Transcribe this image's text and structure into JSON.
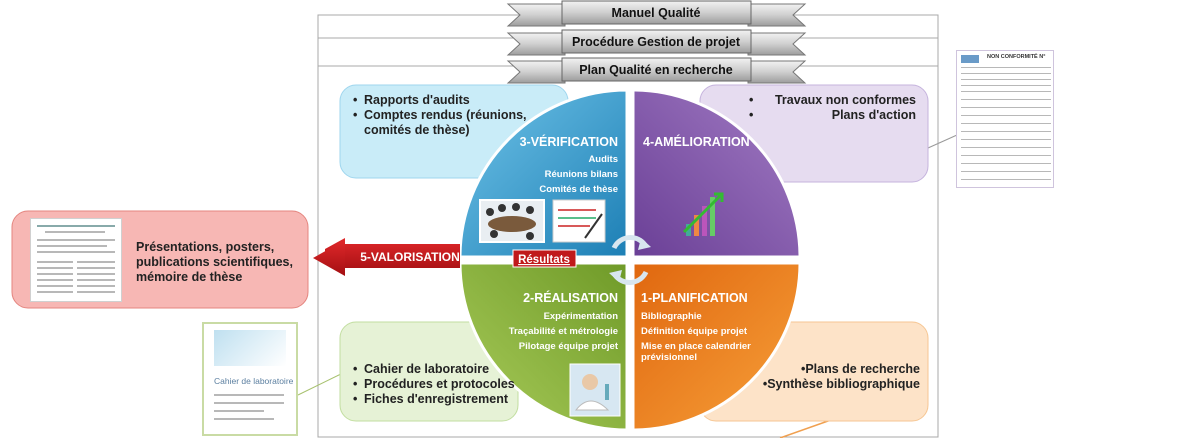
{
  "header": {
    "banner_top": "Manuel Qualité",
    "banner_mid": "Procédure  Gestion  de projet",
    "banner_bot": "Plan Qualité en recherche"
  },
  "quadrants": {
    "verification": {
      "title": "3-VÉRIFICATION",
      "items": [
        "Audits",
        "Réunions  bilans",
        "Comités  de thèse"
      ],
      "color": "#2e8fc2"
    },
    "amelioration": {
      "title": "4-AMÉLIORATION",
      "items": [],
      "color": "#7b4fa6"
    },
    "realisation": {
      "title": "2-RÉALISATION",
      "items": [
        "Expérimentation",
        "Traçabilité  et métrologie",
        "Pilotage  équipe  projet"
      ],
      "color": "#7fa832"
    },
    "planification": {
      "title": "1-PLANIFICATION",
      "items": [
        "Bibliographie",
        "Définition  équipe projet",
        "Mise en place calendrier",
        "prévisionnel"
      ],
      "color": "#ef7a1c"
    }
  },
  "boxes": {
    "top_left": {
      "items": [
        "Rapports d'audits",
        "Comptes rendus (réunions,",
        "comités de thèse)"
      ],
      "color": "#c9ecf8"
    },
    "top_right": {
      "items": [
        "Travaux non conformes",
        "Plans d'action"
      ],
      "color": "#e6dcf0"
    },
    "bottom_left": {
      "items": [
        "Cahier de laboratoire",
        "Procédures et protocoles",
        "Fiches d'enregistrement"
      ],
      "color": "#e6f2d6"
    },
    "bottom_right": {
      "items": [
        "•Plans de recherche",
        "•Synthèse bibliographique"
      ],
      "color": "#fde3c8"
    },
    "valorisation": {
      "items": [
        "Présentations, posters,",
        "publications scientifiques,",
        "mémoire  de thèse"
      ],
      "color": "#f7b7b4"
    }
  },
  "arrow": {
    "label": "5-VALORISATION",
    "color": "#c0191b"
  },
  "results_label": "Résultats",
  "thumbnails": {
    "cahier_title": "Cahier de laboratoire",
    "nc_title": "NON CONFORMITÉ N°"
  },
  "icons": [
    "meeting-icon",
    "checklist-icon",
    "growth-arrows-icon",
    "scientist-icon",
    "cycle-arrows-icon"
  ]
}
